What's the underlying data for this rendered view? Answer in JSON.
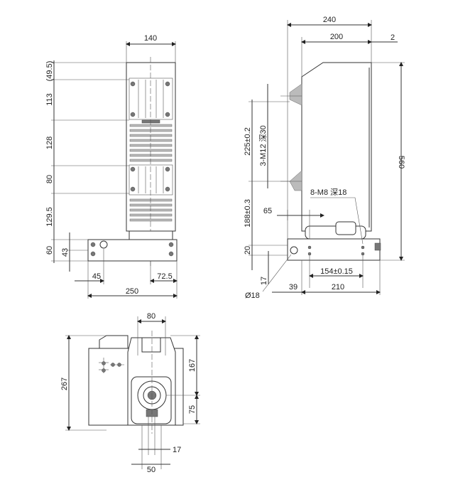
{
  "front_view": {
    "dims": {
      "width_top": "140",
      "h1": "(49.5)",
      "h2": "113",
      "h3": "128",
      "h4": "80",
      "h5": "129.5",
      "h6": "60",
      "h7": "43",
      "off_left": "45",
      "off_right": "72.5",
      "width_base": "250"
    }
  },
  "side_view": {
    "dims": {
      "total_width": "240",
      "body_width": "200",
      "gap": "2",
      "height": "560",
      "terminal_spacing": "225±0.2",
      "thread_top": "3-M12 深30",
      "lower": "188±0.3",
      "offset": "65",
      "base_h": "20",
      "thread_base": "8-M8 深18",
      "hole_spacing": "154±0.15",
      "d17": "17",
      "hole_dia": "Ø18",
      "d39": "39",
      "d210": "210"
    }
  },
  "bottom_view": {
    "dims": {
      "width": "80",
      "depth": "267",
      "upper": "167",
      "lower": "75",
      "d17": "17",
      "d50": "50"
    }
  }
}
